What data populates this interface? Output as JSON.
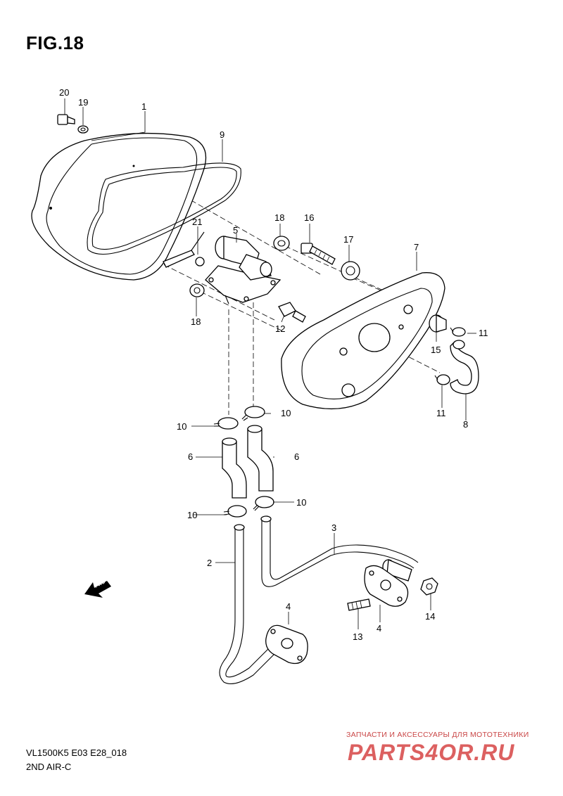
{
  "figure": {
    "title": "FIG.18",
    "model_code": "VL1500K5 E03 E28_018",
    "section_name": "2ND AIR-C",
    "fwd_marker": "FWD"
  },
  "watermark": {
    "subtitle": "ЗАПЧАСТИ И АКСЕССУАРЫ ДЛЯ МОТОТЕХНИКИ",
    "logo": "PARTS4OR.RU",
    "color": "#d64545"
  },
  "callouts": {
    "c1": "1",
    "c2": "2",
    "c3": "3",
    "c4a": "4",
    "c4b": "4",
    "c5": "5",
    "c6a": "6",
    "c6b": "6",
    "c7": "7",
    "c8": "8",
    "c9": "9",
    "c10a": "10",
    "c10b": "10",
    "c10c": "10",
    "c10d": "10",
    "c11a": "11",
    "c11b": "11",
    "c12": "12",
    "c13": "13",
    "c14": "14",
    "c15": "15",
    "c16": "16",
    "c17": "17",
    "c18a": "18",
    "c18b": "18",
    "c19": "19",
    "c20": "20",
    "c21": "21"
  }
}
